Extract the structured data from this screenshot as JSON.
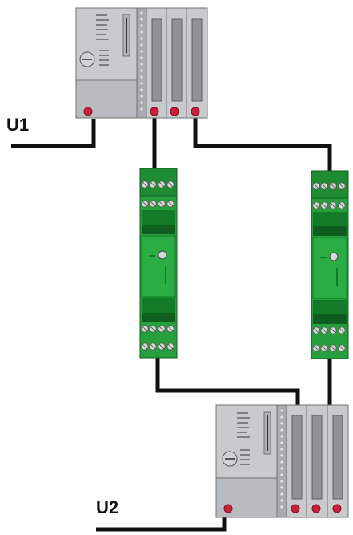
{
  "labels": {
    "u1": "U1",
    "u2": "U2"
  },
  "colors": {
    "wire": "#111111",
    "plc_body": "#c8cacb",
    "plc_dark": "#a9acae",
    "plc_edge": "#6f7274",
    "slot_fill": "#8f9396",
    "led": "#cc1f3d",
    "module_green": "#25a03c",
    "module_dark": "#137a28",
    "screw": "#d9d9d9"
  },
  "icons": [
    "led-icon",
    "screw-terminal-icon",
    "wire-line"
  ]
}
